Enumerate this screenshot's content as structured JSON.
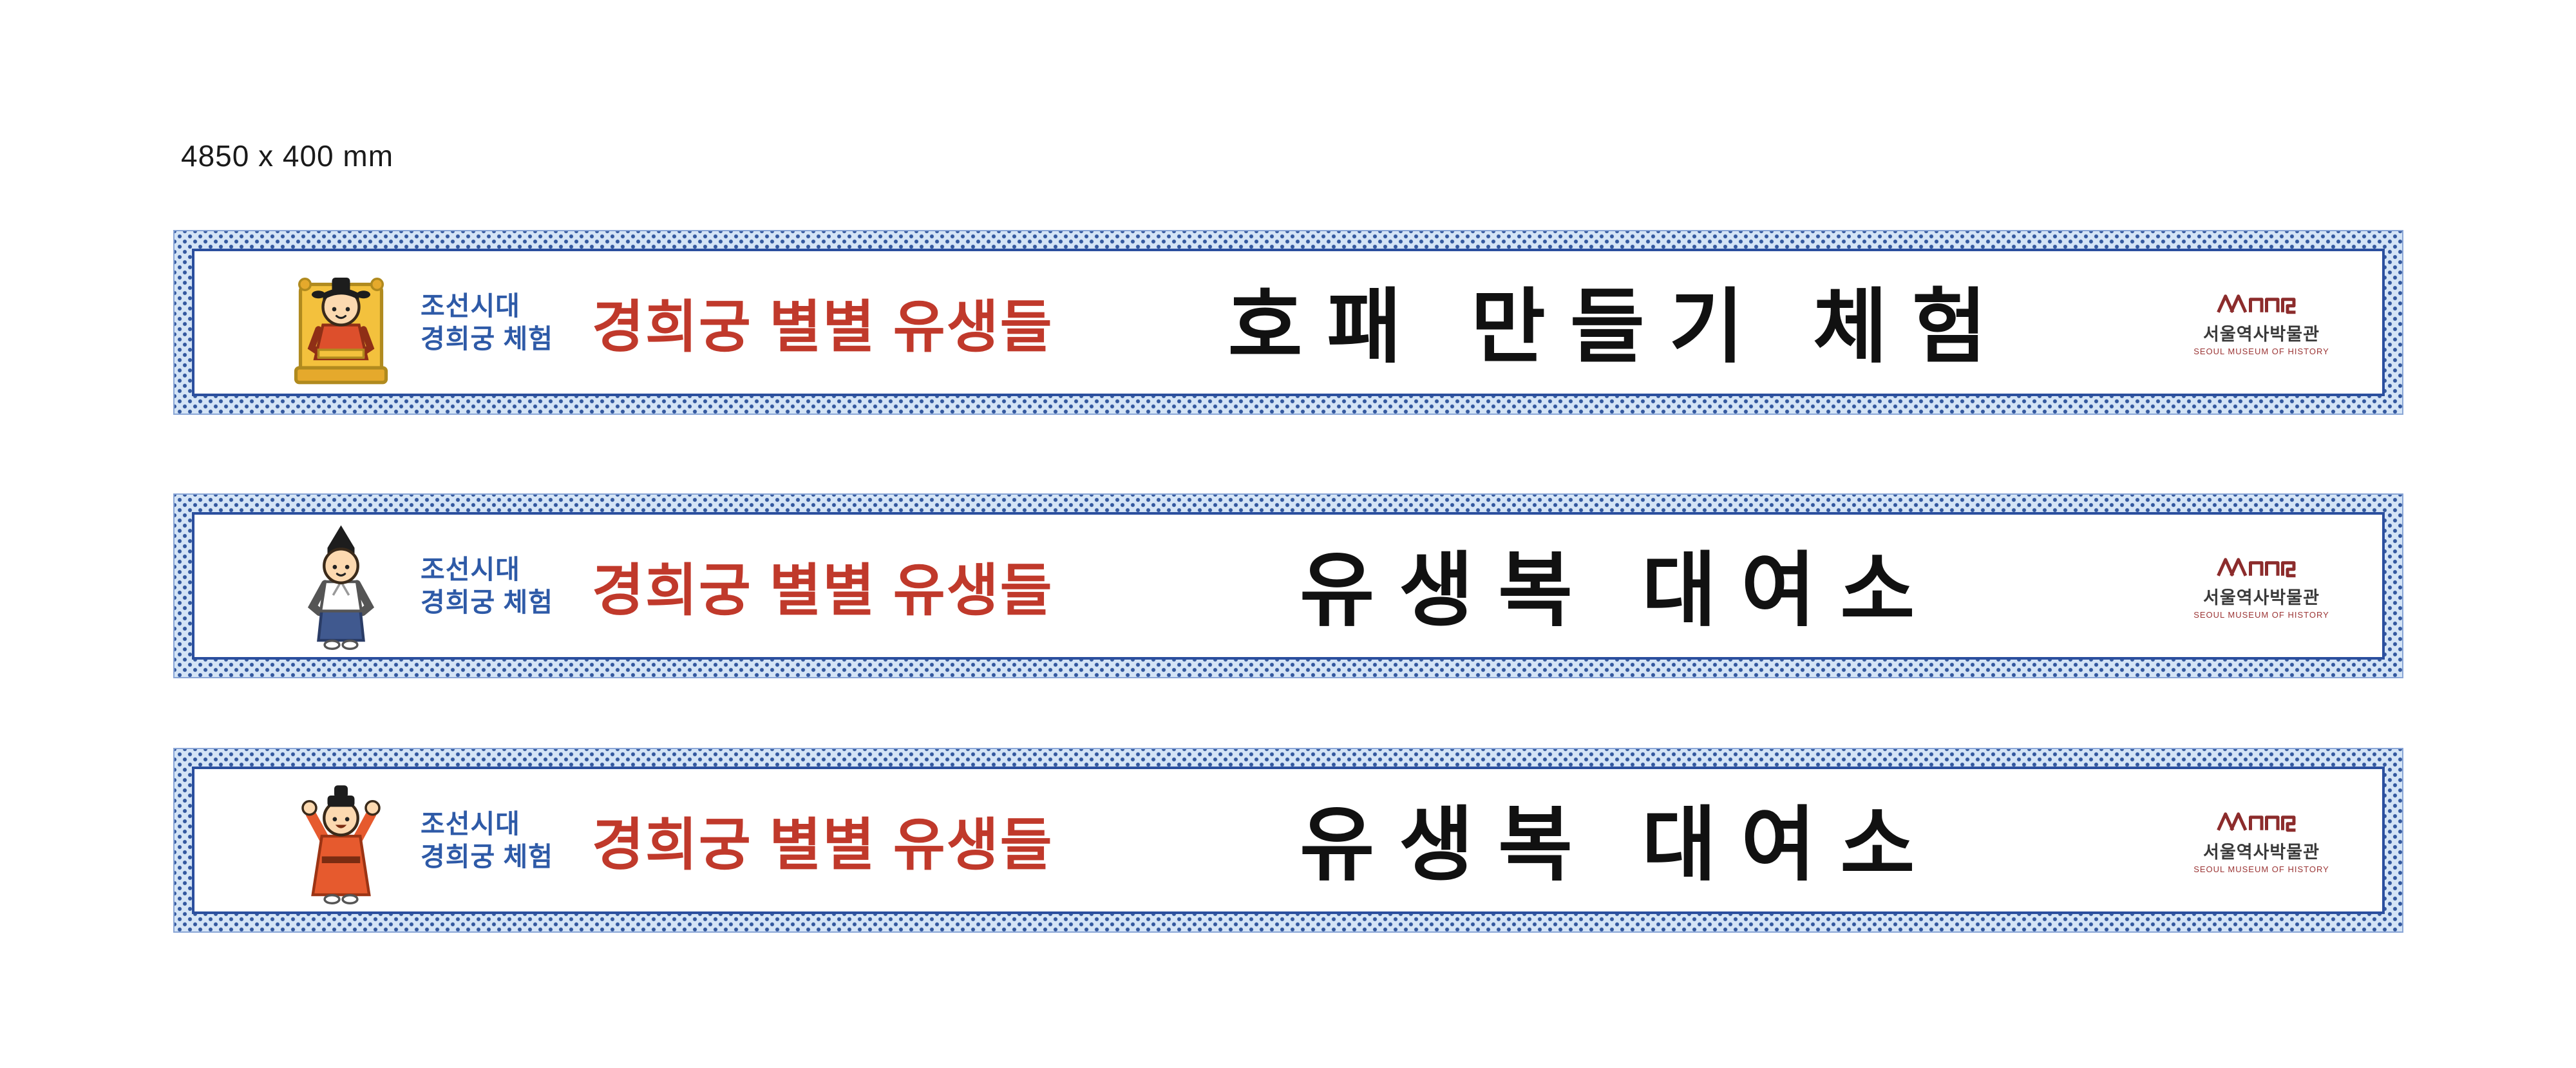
{
  "page": {
    "dimension_label": "4850 x 400 mm"
  },
  "shared": {
    "era_line1": "조선시대",
    "era_line2": "경희궁 체험",
    "program_title": "경희궁 별별 유생들",
    "logo_kr": "서울역사박물관",
    "logo_en": "SEOUL MUSEUM OF HISTORY"
  },
  "banners": [
    {
      "character": "king-on-throne",
      "main_title": "호패 만들기 체험"
    },
    {
      "character": "scholar-blue-robe",
      "main_title": "유생복 대여소"
    },
    {
      "character": "cheering-orange-robe",
      "main_title": "유생복 대여소"
    }
  ],
  "colors": {
    "frame_dot_blue": "#33589f",
    "frame_pattern_bg": "#d4e4f6",
    "inner_border_blue": "#2b4f9e",
    "era_blue": "#2e5aa7",
    "program_red": "#c0392b",
    "title_black": "#111111",
    "logo_maroon": "#8c2c2c"
  }
}
